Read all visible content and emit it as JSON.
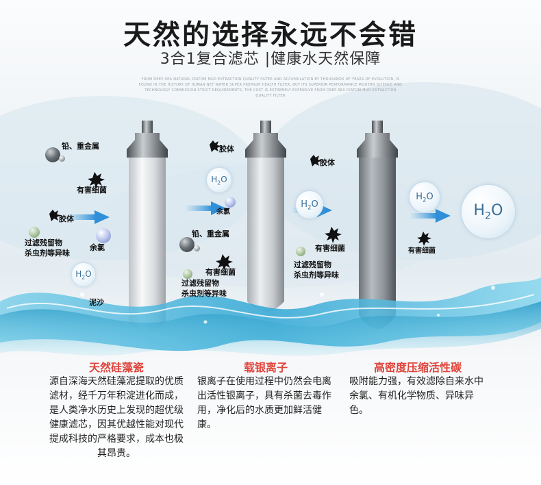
{
  "header": {
    "title": "天然的选择永远不会错",
    "subtitle": "3合1复合滤芯  |健康水天然保障",
    "fine_print": "FROM DEEP-SEA NATURAL DIATOM MUD EXTRACTION QUALITY FILTER AND ACCUMULATION BY THOUSANDS OF YEARS OF EVOLUTION, IS FOUND IN THE HISTORY OF HUMAN NET WATER SUPER PREMIUM HEALTH FILTER, BUT ITS SUPERIOR PERFORMANCE MODERN SCIENCE AND TECHNOLOGY COMMISSION STRICT REQUIREMENTS, THE COST IS EXTREMELY EXPENSIVE FROM DEEP-SEA DIATOM MUD EXTRACTION QUALITY FILTER"
  },
  "diagram": {
    "stage1": {
      "lead": "铅、重金属",
      "bacteria": "有害细菌",
      "colloid": "胶体",
      "residue": "过滤残留物\n杀虫剂等异味",
      "chlorine": "余氯",
      "h2o": "H2O",
      "sand": "泥沙"
    },
    "stage2": {
      "colloid": "胶体",
      "h2o": "H2O",
      "chlorine": "余氯",
      "lead": "铅、重金属",
      "bacteria": "有害细菌",
      "residue": "过滤残留物\n杀虫剂等异味"
    },
    "stage3": {
      "colloid": "胶体",
      "h2o": "H2O",
      "bacteria": "有害细菌",
      "residue": "过滤残留物\n杀虫剂等异味"
    },
    "stage4": {
      "h2o_small": "H2O",
      "bacteria": "有害细菌",
      "h2o_big": "H2O"
    }
  },
  "columns": [
    {
      "title": "天然硅藻瓷",
      "text": "源自深海天然硅藻泥提取的优质滤材，经千万年积淀进化而成，是人类净水历史上发现的超优级健康滤芯，因其优越性能对现代提成科技的严格要求，成本也极其昂贵。"
    },
    {
      "title": "载银离子",
      "text": "银离子在使用过程中仍然会电离出活性银离子，具有杀菌去毒作用，净化后的水质更加鲜活健康。"
    },
    {
      "title": "高密度压缩活性碳",
      "text": "吸附能力强，有效滤除自来水中余氯、有机化学物质、异味异色。"
    }
  ],
  "colors": {
    "accent_red": "#e0453c",
    "water_blue": "#3aa6d8",
    "arrow_blue": "#4aa8e0"
  }
}
